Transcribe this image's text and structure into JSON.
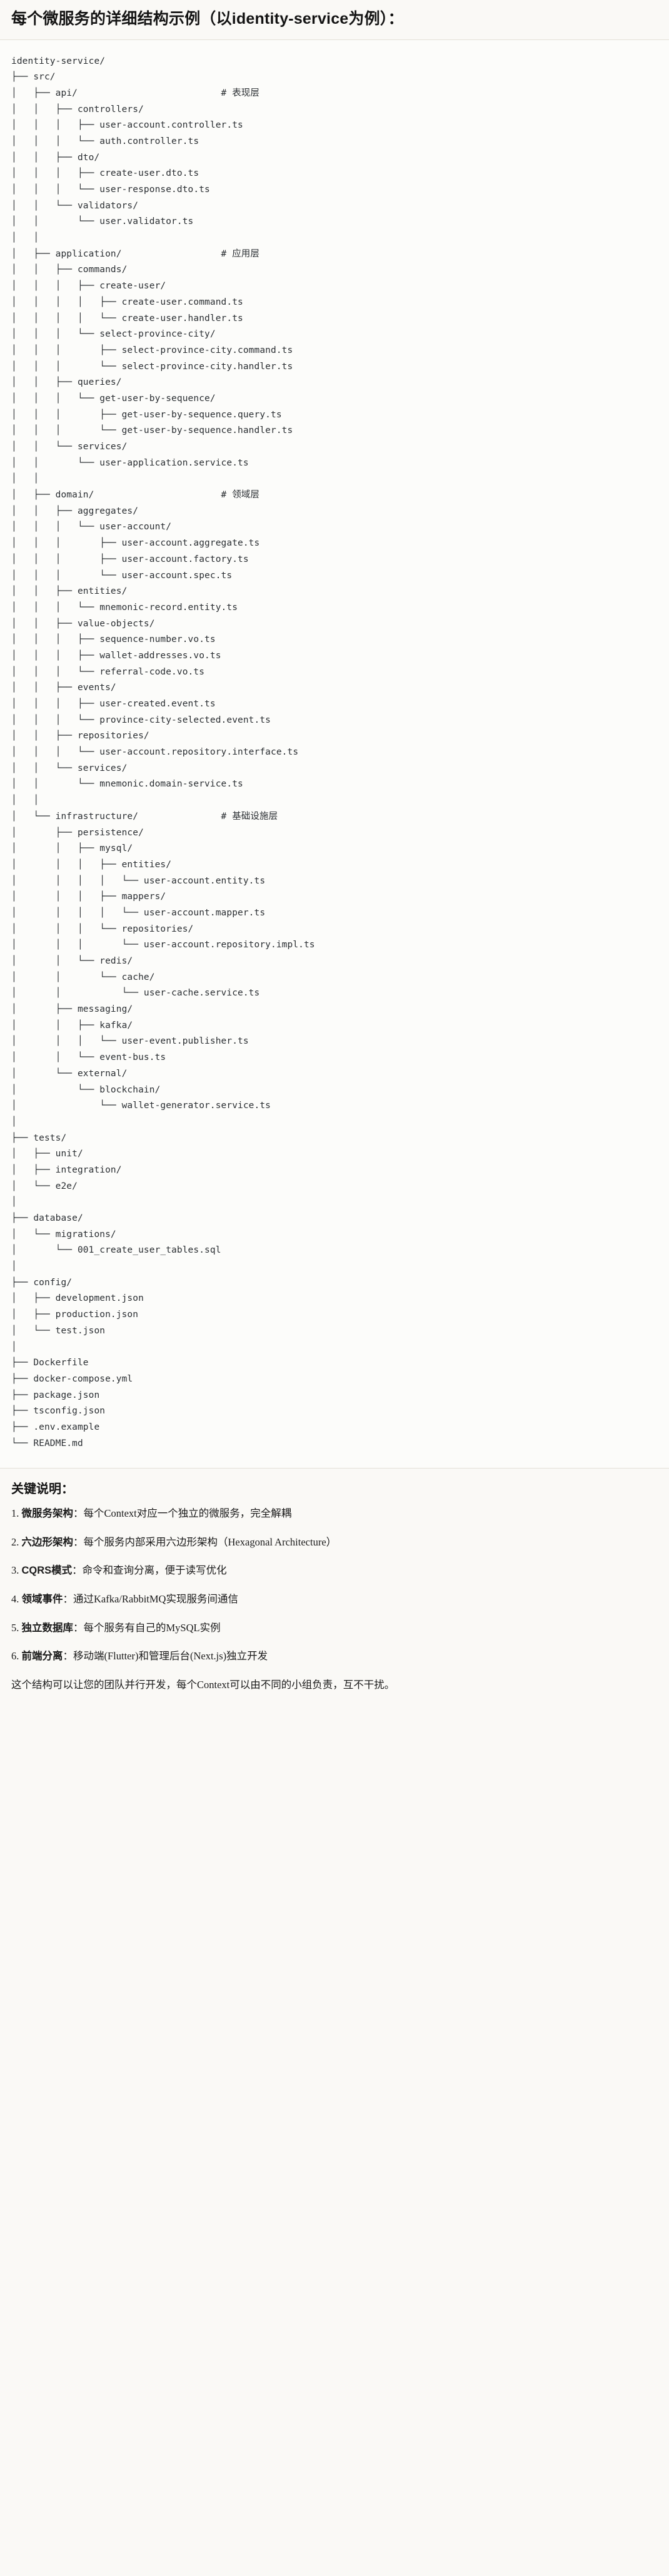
{
  "title": "每个微服务的详细结构示例（以identity-service为例）：",
  "tree": {
    "lines": [
      "identity-service/",
      "├── src/",
      "│   ├── api/                          # 表现层",
      "│   │   ├── controllers/",
      "│   │   │   ├── user-account.controller.ts",
      "│   │   │   └── auth.controller.ts",
      "│   │   ├── dto/",
      "│   │   │   ├── create-user.dto.ts",
      "│   │   │   └── user-response.dto.ts",
      "│   │   └── validators/",
      "│   │       └── user.validator.ts",
      "│   │",
      "│   ├── application/                  # 应用层",
      "│   │   ├── commands/",
      "│   │   │   ├── create-user/",
      "│   │   │   │   ├── create-user.command.ts",
      "│   │   │   │   └── create-user.handler.ts",
      "│   │   │   └── select-province-city/",
      "│   │   │       ├── select-province-city.command.ts",
      "│   │   │       └── select-province-city.handler.ts",
      "│   │   ├── queries/",
      "│   │   │   └── get-user-by-sequence/",
      "│   │   │       ├── get-user-by-sequence.query.ts",
      "│   │   │       └── get-user-by-sequence.handler.ts",
      "│   │   └── services/",
      "│   │       └── user-application.service.ts",
      "│   │",
      "│   ├── domain/                       # 领域层",
      "│   │   ├── aggregates/",
      "│   │   │   └── user-account/",
      "│   │   │       ├── user-account.aggregate.ts",
      "│   │   │       ├── user-account.factory.ts",
      "│   │   │       └── user-account.spec.ts",
      "│   │   ├── entities/",
      "│   │   │   └── mnemonic-record.entity.ts",
      "│   │   ├── value-objects/",
      "│   │   │   ├── sequence-number.vo.ts",
      "│   │   │   ├── wallet-addresses.vo.ts",
      "│   │   │   └── referral-code.vo.ts",
      "│   │   ├── events/",
      "│   │   │   ├── user-created.event.ts",
      "│   │   │   └── province-city-selected.event.ts",
      "│   │   ├── repositories/",
      "│   │   │   └── user-account.repository.interface.ts",
      "│   │   └── services/",
      "│   │       └── mnemonic.domain-service.ts",
      "│   │",
      "│   └── infrastructure/               # 基础设施层",
      "│       ├── persistence/",
      "│       │   ├── mysql/",
      "│       │   │   ├── entities/",
      "│       │   │   │   └── user-account.entity.ts",
      "│       │   │   ├── mappers/",
      "│       │   │   │   └── user-account.mapper.ts",
      "│       │   │   └── repositories/",
      "│       │   │       └── user-account.repository.impl.ts",
      "│       │   └── redis/",
      "│       │       └── cache/",
      "│       │           └── user-cache.service.ts",
      "│       ├── messaging/",
      "│       │   ├── kafka/",
      "│       │   │   └── user-event.publisher.ts",
      "│       │   └── event-bus.ts",
      "│       └── external/",
      "│           └── blockchain/",
      "│               └── wallet-generator.service.ts",
      "│",
      "├── tests/",
      "│   ├── unit/",
      "│   ├── integration/",
      "│   └── e2e/",
      "│",
      "├── database/",
      "│   └── migrations/",
      "│       └── 001_create_user_tables.sql",
      "│",
      "├── config/",
      "│   ├── development.json",
      "│   ├── production.json",
      "│   └── test.json",
      "│",
      "├── Dockerfile",
      "├── docker-compose.yml",
      "├── package.json",
      "├── tsconfig.json",
      "├── .env.example",
      "└── README.md"
    ]
  },
  "notes": {
    "heading": "关键说明：",
    "items": [
      {
        "num": "1.",
        "term": "微服务架构",
        "sep": "：",
        "desc": "每个Context对应一个独立的微服务，完全解耦"
      },
      {
        "num": "2.",
        "term": "六边形架构",
        "sep": "：",
        "desc": "每个服务内部采用六边形架构（Hexagonal Architecture）"
      },
      {
        "num": "3.",
        "term": "CQRS模式",
        "sep": "：",
        "desc": "命令和查询分离，便于读写优化"
      },
      {
        "num": "4.",
        "term": "领域事件",
        "sep": "：",
        "desc": "通过Kafka/RabbitMQ实现服务间通信"
      },
      {
        "num": "5.",
        "term": "独立数据库",
        "sep": "：",
        "desc": "每个服务有自己的MySQL实例"
      },
      {
        "num": "6.",
        "term": "前端分离",
        "sep": "：",
        "desc": "移动端(Flutter)和管理后台(Next.js)独立开发"
      }
    ],
    "closing": "这个结构可以让您的团队并行开发，每个Context可以由不同的小组负责，互不干扰。"
  }
}
